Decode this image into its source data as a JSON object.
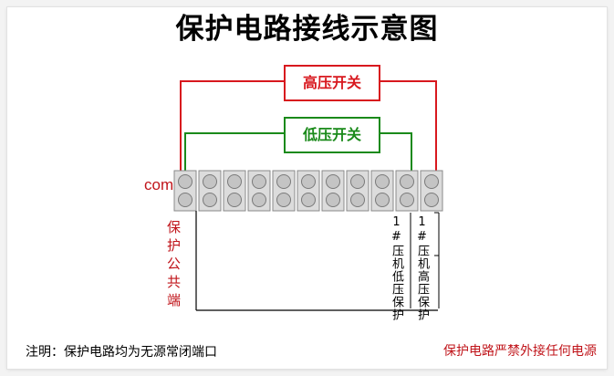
{
  "title": "保护电路接线示意图",
  "switches": {
    "high": "高压开关",
    "low": "低压开关"
  },
  "com_label": "com",
  "common_terminal_label": "保护公共端",
  "terminals": {
    "count": 11
  },
  "terminal_labels": {
    "t10": "1#压机低压保护",
    "t11": "1#压机高压保护"
  },
  "notes": {
    "left": "注明：保护电路均为无源常闭端口",
    "right": "保护电路严禁外接任何电源"
  },
  "colors": {
    "high": "#d8181e",
    "low": "#1a8a1a",
    "accent_text": "#c0141a"
  }
}
